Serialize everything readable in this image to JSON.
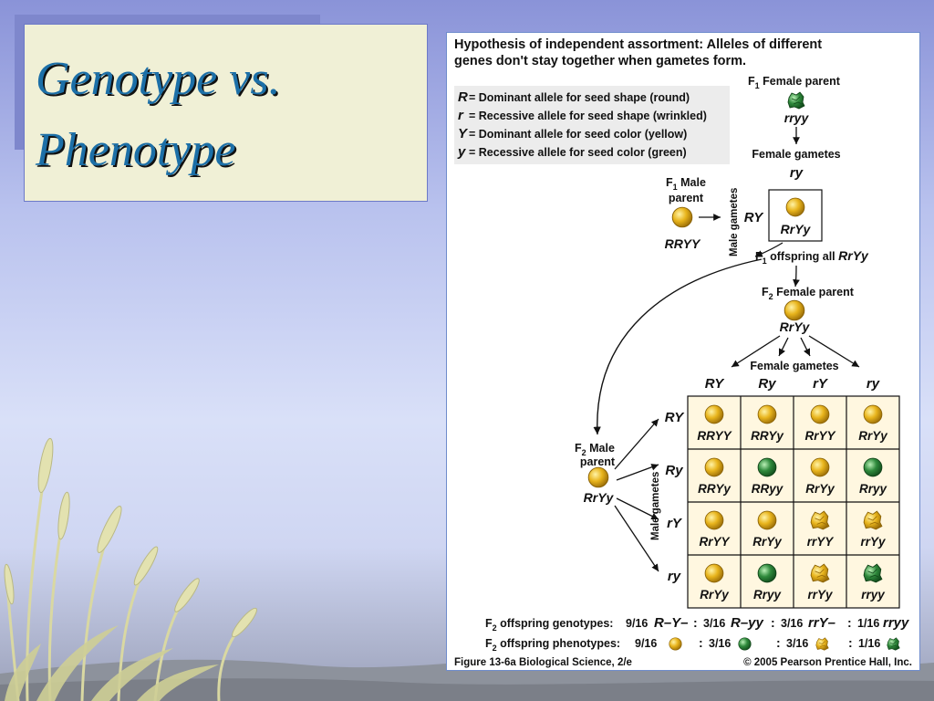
{
  "slide": {
    "title_line1": "Genotype vs.",
    "title_line2": "Phenotype"
  },
  "figure": {
    "heading_line1": "Hypothesis of independent assortment: Alleles of different",
    "heading_line2": "genes don't stay together  when gametes form.",
    "legend": [
      {
        "symbol": "R",
        "text": "= Dominant allele for seed shape (round)"
      },
      {
        "symbol": "r",
        "text": "= Recessive allele for seed shape (wrinkled)"
      },
      {
        "symbol": "Y",
        "text": "= Dominant allele for seed color (yellow)"
      },
      {
        "symbol": "y",
        "text": "= Recessive allele for seed color (green)"
      }
    ],
    "f1_female_label": "F",
    "f1_female_sub": "1",
    "f1_female_rest": " Female parent",
    "f1_female_genotype": "rryy",
    "female_gametes_label": "Female gametes",
    "female_gamete": "ry",
    "f1_male_label_a": "F",
    "f1_male_sub": "1",
    "f1_male_label_b": " Male",
    "f1_male_label_c": "parent",
    "f1_male_genotype": "RRYY",
    "male_gametes_label": "Male gametes",
    "male_gamete": "RY",
    "f1_cross_result": "RrYy",
    "f1_offspring_a": "F",
    "f1_offspring_sub": "1",
    "f1_offspring_b": " offspring all ",
    "f1_offspring_genotype": "RrYy",
    "f2_female_a": "F",
    "f2_female_sub": "2",
    "f2_female_b": " Female parent",
    "f2_female_genotype": "RrYy",
    "f2_female_gametes_label": "Female gametes",
    "f2_female_gametes": [
      "RY",
      "Ry",
      "rY",
      "ry"
    ],
    "f2_male_a": "F",
    "f2_male_sub": "2",
    "f2_male_b": " Male",
    "f2_male_c": "parent",
    "f2_male_genotype": "RrYy",
    "f2_male_gametes_label": "Male gametes",
    "f2_male_gametes": [
      "RY",
      "Ry",
      "rY",
      "ry"
    ],
    "punnett": [
      [
        {
          "g": "RRYY",
          "seed": "yellow-round"
        },
        {
          "g": "RRYy",
          "seed": "yellow-round"
        },
        {
          "g": "RrYY",
          "seed": "yellow-round"
        },
        {
          "g": "RrYy",
          "seed": "yellow-round"
        }
      ],
      [
        {
          "g": "RRYy",
          "seed": "yellow-round"
        },
        {
          "g": "RRyy",
          "seed": "green-round"
        },
        {
          "g": "RrYy",
          "seed": "yellow-round"
        },
        {
          "g": "Rryy",
          "seed": "green-round"
        }
      ],
      [
        {
          "g": "RrYY",
          "seed": "yellow-round"
        },
        {
          "g": "RrYy",
          "seed": "yellow-round"
        },
        {
          "g": "rrYY",
          "seed": "yellow-wrinkled"
        },
        {
          "g": "rrYy",
          "seed": "yellow-wrinkled"
        }
      ],
      [
        {
          "g": "RrYy",
          "seed": "yellow-round"
        },
        {
          "g": "Rryy",
          "seed": "green-round"
        },
        {
          "g": "rrYy",
          "seed": "yellow-wrinkled"
        },
        {
          "g": "rryy",
          "seed": "green-wrinkled"
        }
      ]
    ],
    "genotypes_row": {
      "label_a": "F",
      "label_sub": "2",
      "label_b": " offspring genotypes:",
      "items": [
        {
          "fraction": "9/16",
          "genotype": "R–Y–"
        },
        {
          "fraction": "3/16",
          "genotype": "R–yy"
        },
        {
          "fraction": "3/16",
          "genotype": "rrY–"
        },
        {
          "fraction": "1/16",
          "genotype": "rryy"
        }
      ]
    },
    "phenotypes_row": {
      "label_a": "F",
      "label_sub": "2",
      "label_b": " offspring phenotypes:",
      "items": [
        {
          "fraction": "9/16",
          "seed": "yellow-round"
        },
        {
          "fraction": "3/16",
          "seed": "green-round"
        },
        {
          "fraction": "3/16",
          "seed": "yellow-wrinkled"
        },
        {
          "fraction": "1/16",
          "seed": "green-wrinkled"
        }
      ]
    },
    "caption_left": "Figure 13-6a  Biological Science, 2/e",
    "caption_right": "© 2005 Pearson Prentice Hall, Inc.",
    "colors": {
      "yellow_seed": "#e8b41c",
      "green_seed": "#2f8a3c",
      "legend_bg": "#ececec",
      "title_text": "#1c6fa7"
    }
  }
}
